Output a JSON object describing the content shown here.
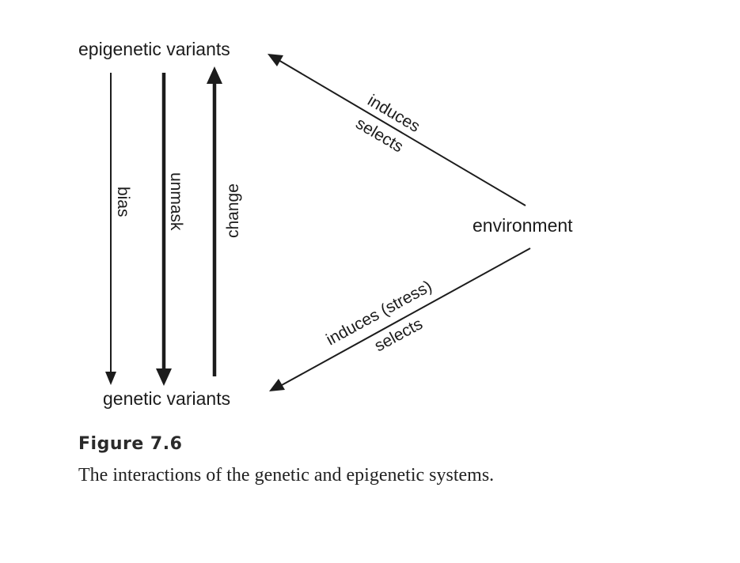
{
  "nodes": {
    "epigenetic": "epigenetic variants",
    "genetic": "genetic variants",
    "environment": "environment"
  },
  "edges": {
    "bias": "bias",
    "unmask": "unmask",
    "change": "change",
    "env_to_epigenetic_top": "induces",
    "env_to_epigenetic_bottom": "selects",
    "env_to_genetic_top": "induces (stress)",
    "env_to_genetic_bottom": "selects"
  },
  "caption": {
    "title": "Figure 7.6",
    "text": "The interactions of the genetic and epigenetic systems."
  }
}
